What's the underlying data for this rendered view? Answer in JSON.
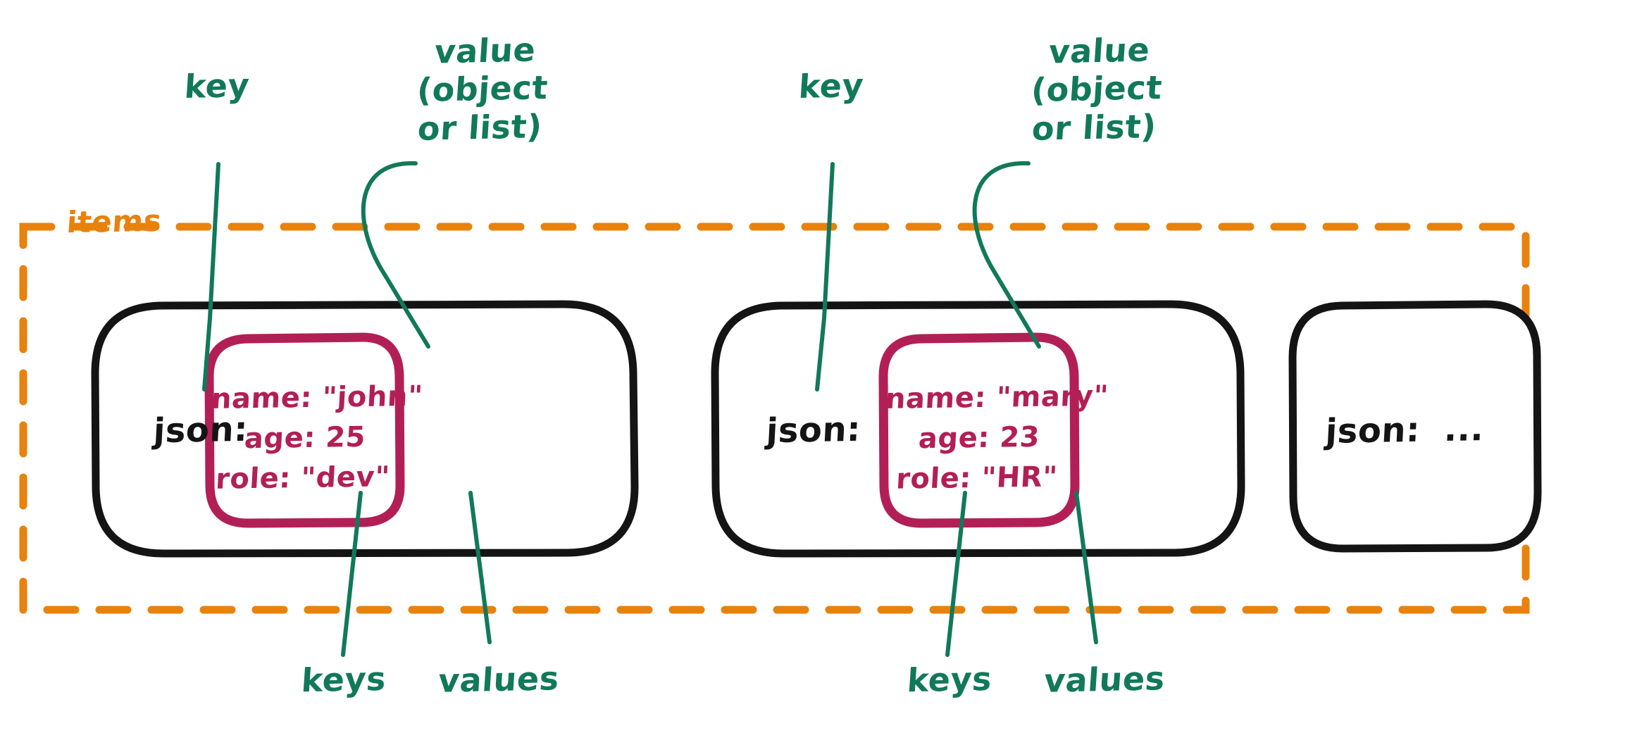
{
  "diagram": {
    "title_concept": "json items structure",
    "colors": {
      "background": "#ffffff",
      "annotation_green": "#11795A",
      "container_orange": "#E8820C",
      "card_black": "#141414",
      "value_crimson": "#B21F56"
    },
    "container": {
      "label": "items",
      "border_style": "dashed",
      "border_color": "#E8820C"
    },
    "annotations": {
      "top": [
        {
          "id": "key-1",
          "text": "key"
        },
        {
          "id": "value-1",
          "text": "value\n(object\nor list)"
        },
        {
          "id": "key-2",
          "text": "key"
        },
        {
          "id": "value-2",
          "text": "value\n(object\nor list)"
        }
      ],
      "bottom": [
        {
          "id": "keys-1",
          "text": "keys"
        },
        {
          "id": "values-1",
          "text": "values"
        },
        {
          "id": "keys-2",
          "text": "keys"
        },
        {
          "id": "values-2",
          "text": "values"
        }
      ]
    },
    "cards": [
      {
        "id": "card-1",
        "key_label": "json:",
        "has_value_box": true,
        "entries": [
          {
            "key": "name",
            "sep": ": ",
            "value": "\"john\""
          },
          {
            "key": "age",
            "sep": ": ",
            "value": "25"
          },
          {
            "key": "role",
            "sep": ": ",
            "value": "\"dev\""
          }
        ],
        "value_text": "name: \"john\"\nage: 25\nrole: \"dev\""
      },
      {
        "id": "card-2",
        "key_label": "json:",
        "has_value_box": true,
        "entries": [
          {
            "key": "name",
            "sep": ": ",
            "value": "\"mary\""
          },
          {
            "key": "age",
            "sep": ": ",
            "value": "23"
          },
          {
            "key": "role",
            "sep": ": ",
            "value": "\"HR\""
          }
        ],
        "value_text": "name: \"mary\"\nage: 23\nrole: \"HR\""
      },
      {
        "id": "card-3",
        "key_label": "json:  ...",
        "has_value_box": false,
        "entries": [],
        "value_text": ""
      }
    ]
  }
}
